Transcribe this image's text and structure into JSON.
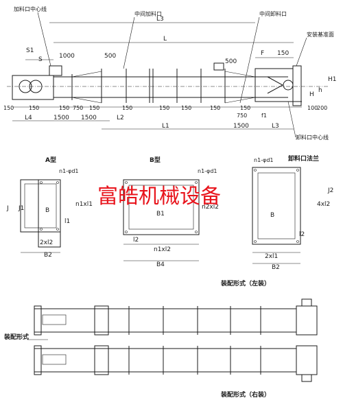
{
  "top_view": {
    "labels": {
      "feed_center": "加料口中心线",
      "mid_feed": "中间加料口",
      "mid_discharge": "中间卸料口",
      "install_ref": "安装基准面",
      "discharge_center": "卸料口中心线"
    },
    "dims": {
      "L3": "L3",
      "L": "L",
      "L1": "L1",
      "L2": "L2",
      "L4": "L4",
      "S1": "S1",
      "S": "S",
      "F": "F",
      "F1": "f1",
      "H1": "H1",
      "H": "H",
      "h": "h",
      "d1000": "1000",
      "d500a": "500",
      "d500b": "500",
      "d150": "150",
      "d150b": "150",
      "d1500a": "1500",
      "d1500b": "1500",
      "d750": "750",
      "d750b": "750",
      "d200": "200",
      "d100": "100"
    }
  },
  "flange_views": {
    "type_a": "A型",
    "type_b": "B型",
    "discharge_flange": "卸料口法兰",
    "holes": "n1-φd1",
    "holes_b": "n1-φd1",
    "holes_c": "n1-φd1",
    "a_dims": {
      "J": "J",
      "J1": "J1",
      "B": "B",
      "B2": "B2",
      "l1": "l1",
      "n1xl1": "n1xl1",
      "l2": "2xl2"
    },
    "b_dims": {
      "B1": "B1",
      "B4": "B4",
      "l2": "l2",
      "n1xl2": "n1xl2",
      "n2xl2": "n2xl2",
      "B1b": "B1"
    },
    "c_dims": {
      "B": "B",
      "B2": "B2",
      "l2": "l2",
      "xl2": "4xl2",
      "J2": "J2",
      "xl1": "2xl1"
    }
  },
  "assembly": {
    "left_label": "装配形式（左装）",
    "right_label": "装配形式（右装）",
    "side_label": "装配形式"
  },
  "watermark": "富皓机械设备"
}
